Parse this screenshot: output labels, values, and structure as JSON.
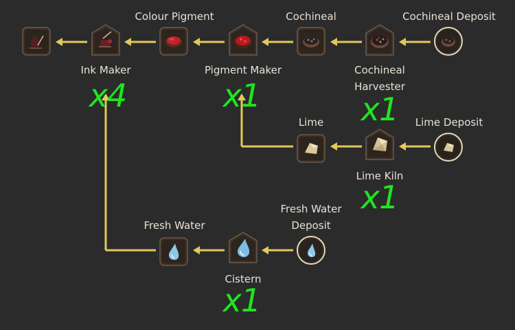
{
  "colors": {
    "arrow": "#e3c95a",
    "multiplier": "#1ee61e",
    "text": "#e8e2d6",
    "background": "#2b2b2b"
  },
  "labels": {
    "colour_pigment": "Colour Pigment",
    "cochineal": "Cochineal",
    "cochineal_deposit": "Cochineal Deposit",
    "ink_maker": "Ink Maker",
    "pigment_maker": "Pigment Maker",
    "cochineal_harvester": "Cochineal\nHarvester",
    "lime": "Lime",
    "lime_deposit": "Lime Deposit",
    "lime_kiln": "Lime Kiln",
    "fresh_water": "Fresh Water",
    "fresh_water_deposit": "Fresh Water\nDeposit",
    "cistern": "Cistern"
  },
  "multipliers": {
    "ink_maker": "x4",
    "pigment_maker": "x1",
    "cochineal_harvester": "x1",
    "lime_kiln": "x1",
    "cistern": "x1"
  },
  "nodes": [
    {
      "id": "ink",
      "shape": "rounded-square",
      "icon": "ink-bottle-icon"
    },
    {
      "id": "ink-maker",
      "shape": "pentagon",
      "icon": "ink-maker-icon"
    },
    {
      "id": "colour-pigment",
      "shape": "rounded-square",
      "icon": "red-pigment-bowl-icon"
    },
    {
      "id": "pigment-maker",
      "shape": "pentagon",
      "icon": "pigment-maker-icon"
    },
    {
      "id": "cochineal",
      "shape": "rounded-square",
      "icon": "cochineal-bowl-icon"
    },
    {
      "id": "cochineal-harvester",
      "shape": "pentagon",
      "icon": "cochineal-harvester-icon"
    },
    {
      "id": "cochineal-deposit",
      "shape": "circle",
      "icon": "cochineal-deposit-icon"
    },
    {
      "id": "lime",
      "shape": "rounded-square",
      "icon": "lime-icon"
    },
    {
      "id": "lime-kiln",
      "shape": "pentagon",
      "icon": "lime-kiln-icon"
    },
    {
      "id": "lime-deposit",
      "shape": "circle",
      "icon": "lime-deposit-icon"
    },
    {
      "id": "fresh-water",
      "shape": "rounded-square",
      "icon": "water-drop-icon"
    },
    {
      "id": "cistern",
      "shape": "pentagon",
      "icon": "cistern-icon"
    },
    {
      "id": "fresh-water-deposit",
      "shape": "circle",
      "icon": "fresh-water-deposit-icon"
    }
  ]
}
